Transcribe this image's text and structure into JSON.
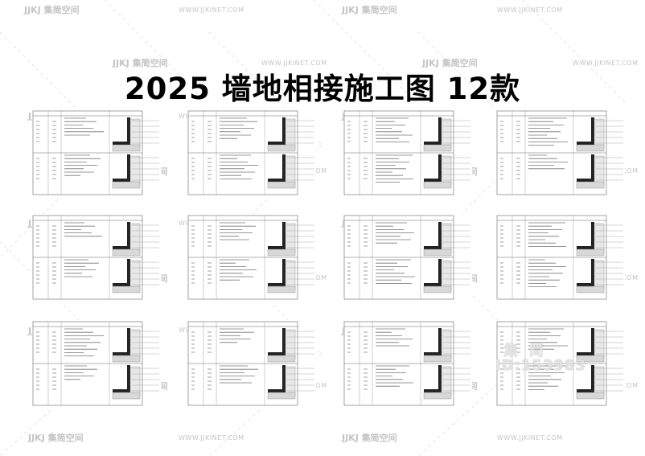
{
  "title": "2025  墙地相接施工图  12款",
  "watermark": {
    "logo": "JJKJ 集简空间",
    "url": "WWW.JJKINET.COM",
    "id": "ID:153983",
    "big_logo": "集简"
  },
  "sheets_count": 12,
  "colors": {
    "text": "#000000",
    "watermark": "#c4c4c4",
    "line": "#555555",
    "hatch": "#333333"
  }
}
